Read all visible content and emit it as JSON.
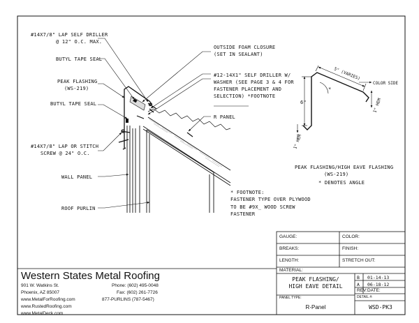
{
  "callouts": {
    "lap_self_driller": [
      "#14X7/8\" LAP SELF DRILLER",
      "@ 12\" O.C. MAX."
    ],
    "butyl_tape_1": "BUTYL TAPE SEAL",
    "peak_flashing": [
      "PEAK FLASHING",
      "(WS-219)"
    ],
    "butyl_tape_2": "BUTYL TAPE SEAL",
    "lap_stitch": [
      "#14X7/8\" LAP OR STITCH",
      "SCREW @ 24\" O.C."
    ],
    "wall_panel": "WALL PANEL",
    "roof_purlin": "ROOF PURLIN",
    "foam_closure": [
      "OUTSIDE FOAM CLOSURE",
      "(SET IN SEALANT)"
    ],
    "self_driller": [
      "#12-14X1\" SELF DRILLER W/",
      "WASHER (SEE PAGE 3 & 4 FOR",
      "FASTENER PLACEMENT AND",
      "SELECTION) *FOOTNOTE"
    ],
    "r_panel": "R PANEL"
  },
  "footnote": [
    "* FOOTNOTE:",
    "FASTENER TYPE OVER PLYWOOD",
    "TO BE #9X_ WOOD SCREW",
    "FASTENER"
  ],
  "profile": {
    "dim_top": "5\" (VARIES)",
    "color_side": "COLOR SIDE",
    "dim_left": "6\"",
    "angle_mark": "*",
    "hem_right": "1\" HEM",
    "hem_left": "1\" HEM",
    "caption": [
      "PEAK FLASHING/HIGH EAVE FLASHING",
      "(WS-219)",
      "* DENOTES ANGLE"
    ]
  },
  "company": {
    "name": "Western States Metal Roofing",
    "address": "901 W. Watkins St.",
    "city": "Phoenix, AZ 85007",
    "phone": "Phone: (602) 495-0048",
    "fax": "Fax: (602) 261-7726",
    "tollfree": "877-PURLINS (787-5467)",
    "sites": [
      "www.MetalForRoofing.com",
      "www.RustedRoofing.com",
      "www.MetalDeck.com"
    ]
  },
  "title_block": {
    "gauge": "GAUGE:",
    "color": "COLOR:",
    "breaks": "BREAKS:",
    "finish": "FINISH:",
    "length": "LENGTH:",
    "stretch_out": "STRETCH OUT:",
    "material": "MATERIAL:",
    "title": [
      "PEAK FLASHING/",
      "HIGH EAVE DETAIL"
    ],
    "panel_type_label": "PANEL TYPE:",
    "panel_type": "R-Panel",
    "rev_b": "B",
    "rev_b_date": "01-14-13",
    "rev_a": "A",
    "rev_a_date": "06-18-12",
    "rev_label": "REV:",
    "date_label": "DATE:",
    "detail_label": "DETAIL #:",
    "detail_no": "WSD-PK3"
  }
}
